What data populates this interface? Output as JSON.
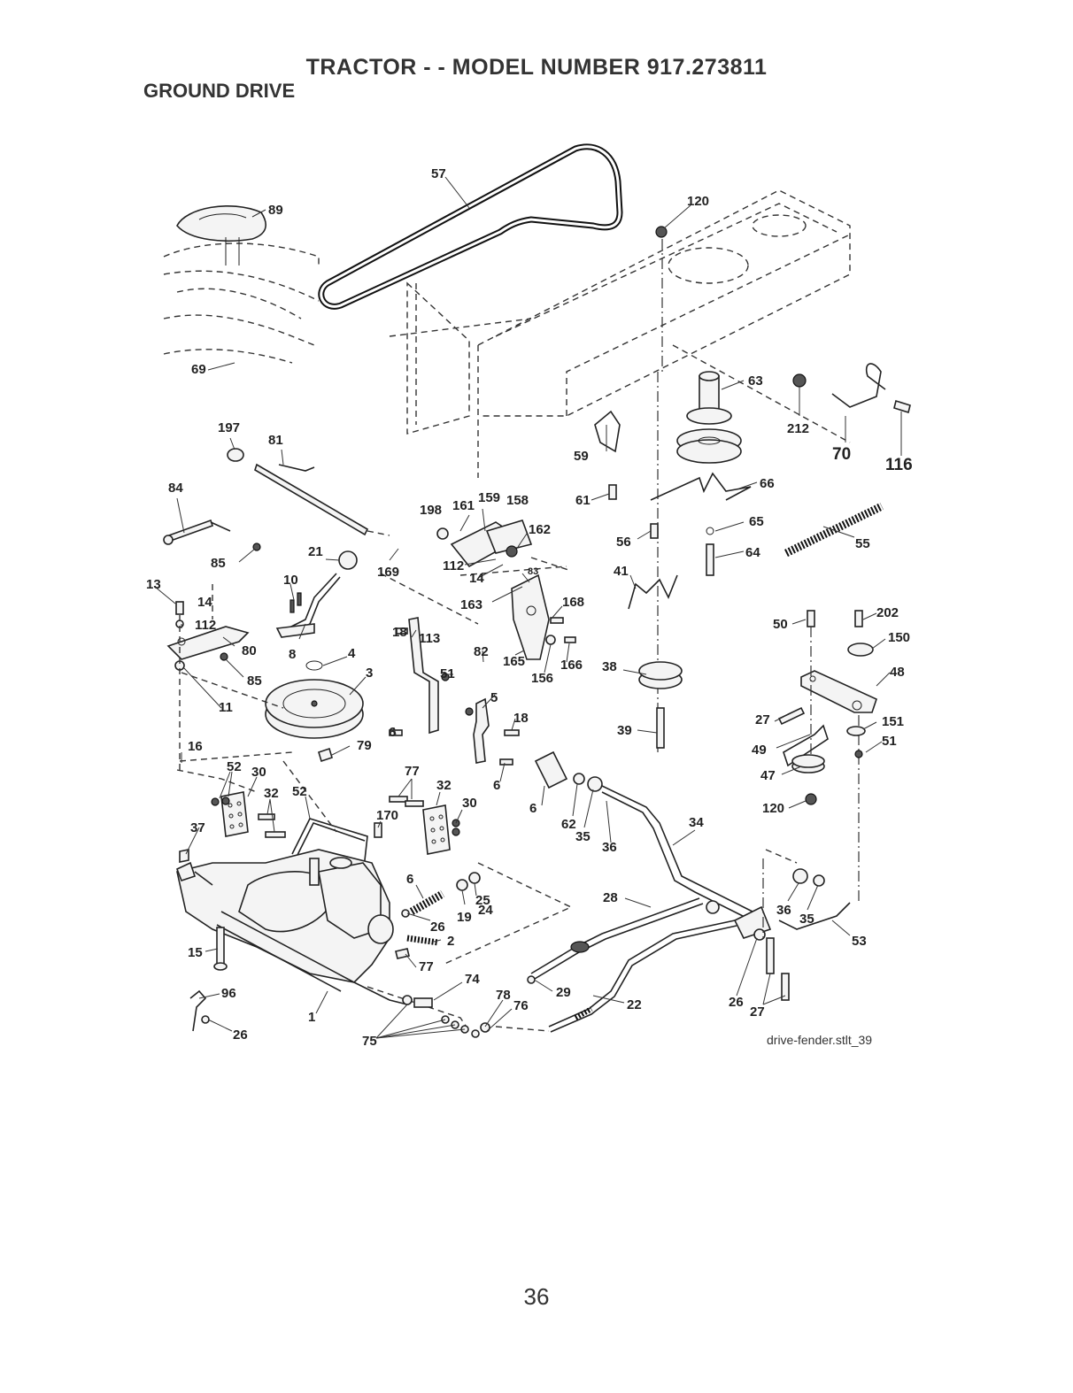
{
  "header": {
    "title": "TRACTOR - - MODEL NUMBER 917.273811",
    "subtitle": "GROUND DRIVE"
  },
  "footer": {
    "drawing_id": "drive-fender.stlt_39",
    "page_number": "36"
  },
  "callouts": [
    "57",
    "120",
    "89",
    "69",
    "63",
    "212",
    "70",
    "116",
    "197",
    "81",
    "84",
    "66",
    "159",
    "158",
    "161",
    "198",
    "162",
    "61",
    "59",
    "65",
    "55",
    "56",
    "64",
    "13",
    "14",
    "112",
    "80",
    "85",
    "85",
    "21",
    "10",
    "169",
    "112",
    "14",
    "83",
    "41",
    "163",
    "168",
    "8",
    "82",
    "18",
    "113",
    "4",
    "3",
    "51",
    "165",
    "166",
    "156",
    "38",
    "50",
    "202",
    "150",
    "48",
    "11",
    "5",
    "18",
    "6",
    "6",
    "39",
    "27",
    "151",
    "51",
    "49",
    "47",
    "120",
    "16",
    "79",
    "52",
    "30",
    "32",
    "32",
    "30",
    "52",
    "170",
    "6",
    "62",
    "35",
    "36",
    "34",
    "37",
    "77",
    "6",
    "25",
    "24",
    "19",
    "26",
    "28",
    "36",
    "35",
    "53",
    "26",
    "2",
    "77",
    "15",
    "74",
    "29",
    "22",
    "26",
    "27",
    "96",
    "78",
    "76",
    "1",
    "26",
    "75"
  ]
}
